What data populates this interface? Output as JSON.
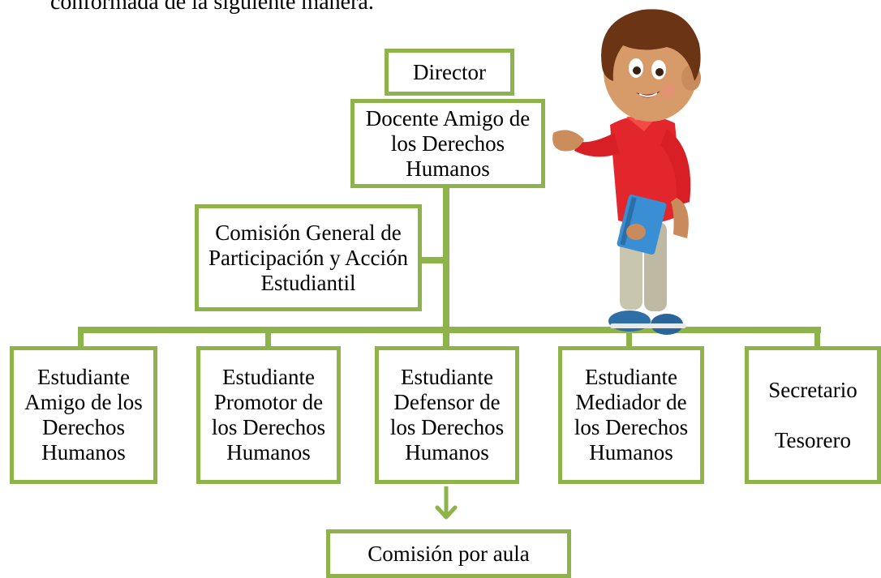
{
  "intro_text": "conformada de la siguiente manera.",
  "colors": {
    "node_border": "#8db34a",
    "connector": "#8db34a"
  },
  "nodes": {
    "director": "Director",
    "docente": "Docente Amigo de los Derechos Humanos",
    "comision_general": "Comisión General de Participación y Acción Estudiantil",
    "estudiante_amigo": "Estudiante Amigo de los Derechos Humanos",
    "estudiante_promotor": "Estudiante Promotor de los Derechos Humanos",
    "estudiante_defensor": "Estudiante Defensor de los Derechos Humanos",
    "estudiante_mediador": "Estudiante Mediador de los Derechos Humanos",
    "secretario": "Secretario",
    "tesorero": "Tesorero",
    "comision_aula": "Comisión por aula"
  },
  "illustration": "cartoon-boy-holding-book"
}
